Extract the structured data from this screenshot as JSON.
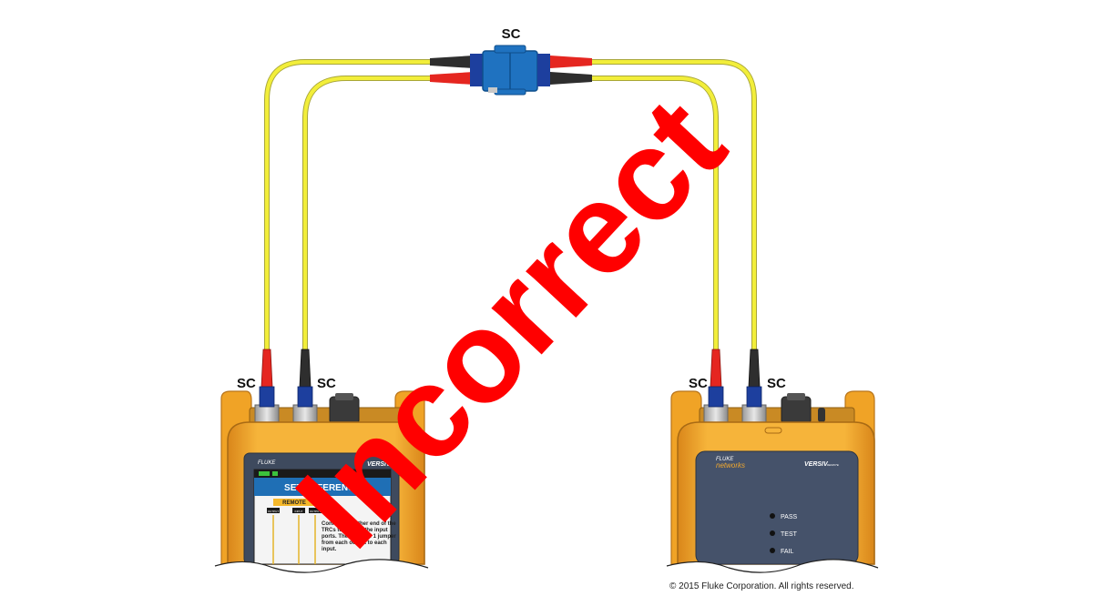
{
  "labels": {
    "coupler": "SC",
    "main_left": "SC",
    "main_right": "SC",
    "remote_left": "SC",
    "remote_right": "SC"
  },
  "overlay_text": "Incorrect",
  "main_unit": {
    "brand_top": "FLUKE",
    "model": "VERSIV",
    "screen_title": "SET REFERENCE",
    "remote_label": "REMOTE",
    "port_labels": [
      "OUTPUT",
      "INPUT",
      "OUTPUT"
    ],
    "instruction": [
      "Connect the other end of the",
      "TRCs to each of the input",
      "ports. There is now 1 jumper",
      "from each output to each",
      "input."
    ]
  },
  "remote_unit": {
    "brand_top": "FLUKE",
    "brand_bottom": "networks",
    "model": "VERSIV",
    "model_suffix": "REMOTE",
    "leds": [
      "PASS",
      "TEST",
      "FAIL"
    ]
  },
  "copyright": "© 2015 Fluke Corporation. All rights reserved.",
  "colors": {
    "fiber": "#f2ee3a",
    "fiber_outline": "#a8a63a",
    "boot_red": "#e52620",
    "boot_black": "#2e2e2e",
    "coupler": "#1f72c0",
    "ferrule": "#1d3f9e",
    "housing": "#f2a92e",
    "faceplate": "#45526a",
    "overlay": "#ff0000"
  }
}
